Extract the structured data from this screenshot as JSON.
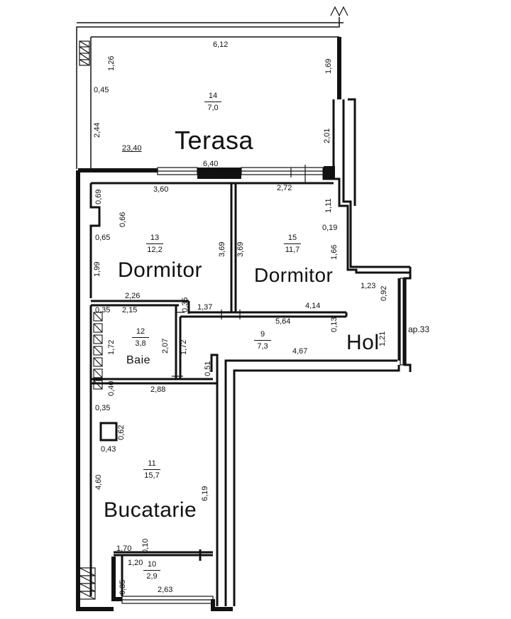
{
  "rooms": {
    "terasa": {
      "name": "Terasa",
      "number": "14",
      "area": "7,0"
    },
    "dormitor_left": {
      "name": "Dormitor",
      "number": "13",
      "area": "12,2"
    },
    "dormitor_right": {
      "name": "Dormitor",
      "number": "15",
      "area": "11,7"
    },
    "baie": {
      "name": "Baie",
      "number": "12",
      "area": "3,8"
    },
    "hol": {
      "name": "Hol",
      "number": "9",
      "area": "7,3"
    },
    "bucatarie": {
      "name": "Bucatarie",
      "number": "11",
      "area": "15,7"
    },
    "storage": {
      "number": "10",
      "area": "2,9"
    }
  },
  "apartment_label": "ap.33",
  "dimensions": {
    "d612": "6,12",
    "d126": "1,26",
    "d169": "1,69",
    "d045": "0,45",
    "d244": "2,44",
    "d2340": "23,40",
    "d201": "2,01",
    "d640": "6,40",
    "d069": "0,69",
    "d360": "3,60",
    "d272": "2,72",
    "d111": "1,11",
    "d066": "0,66",
    "d019": "0,19",
    "d065": "0,65",
    "d369a": "3,69",
    "d369b": "3,69",
    "d166": "1,66",
    "d199": "1,99",
    "d123": "1,23",
    "d092": "0,92",
    "d226": "2,26",
    "d035a": "0,35",
    "d137": "1,37",
    "d414": "4,14",
    "d035b": "0,35",
    "d215": "2,15",
    "d564": "5,64",
    "d013": "0,13",
    "d207": "2,07",
    "d172a": "1,72",
    "d172b": "1,72",
    "d121": "1,21",
    "d467": "4,67",
    "d051": "0,51",
    "d040": "0,40",
    "d288": "2,88",
    "d035c": "0,35",
    "d062": "0,62",
    "d043": "0,43",
    "d460": "4,60",
    "d619": "6,19",
    "d170": "1,70",
    "d010": "0,10",
    "d120": "1,20",
    "d035d": "0,35",
    "d263": "2,63"
  }
}
